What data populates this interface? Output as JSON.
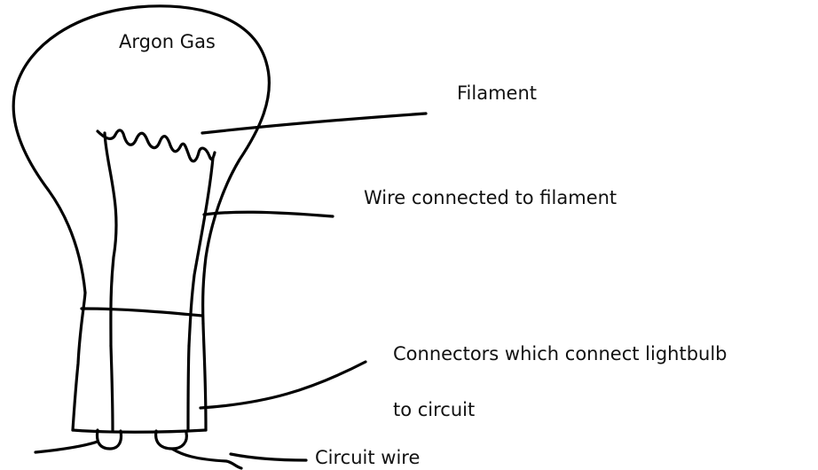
{
  "labels": {
    "argon_gas": "Argon Gas",
    "filament": "Filament",
    "wire_connected": "Wire connected to filament",
    "connectors_line1": "Connectors which connect lightbulb",
    "connectors_line2": "to circuit",
    "circuit_wire": "Circuit wire"
  },
  "colors": {
    "ink": "#000000",
    "background": "#ffffff"
  }
}
